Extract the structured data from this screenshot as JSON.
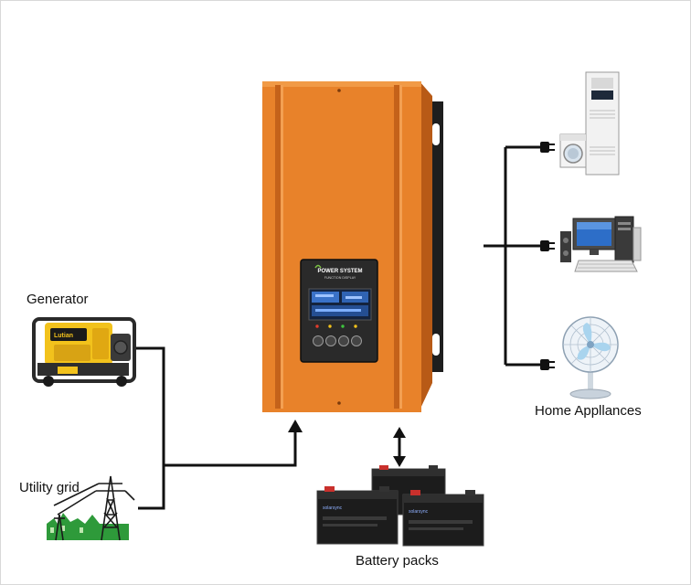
{
  "labels": {
    "generator": "Generator",
    "utility_grid": "Utility grid",
    "home_appliances": "Home Appllances",
    "battery_packs": "Battery packs"
  },
  "inverter": {
    "panel_brand": "POWER SYSTEM",
    "panel_subtitle": "FUNCTION DISPLAY"
  },
  "colors": {
    "inverter_body": "#e8822a",
    "inverter_dark": "#c4621a",
    "panel": "#2a2a2a",
    "lcd": "#3a72c8",
    "battery": "#1c1c1c",
    "generator_yellow": "#f2c21c",
    "grid_green": "#2e9a3a",
    "wire": "#111111"
  },
  "icons": [
    "generator-icon",
    "utility-grid-icon",
    "inverter-icon",
    "battery-icon",
    "air-conditioner-icon",
    "washing-machine-icon",
    "computer-icon",
    "fan-icon",
    "plug-icon"
  ]
}
